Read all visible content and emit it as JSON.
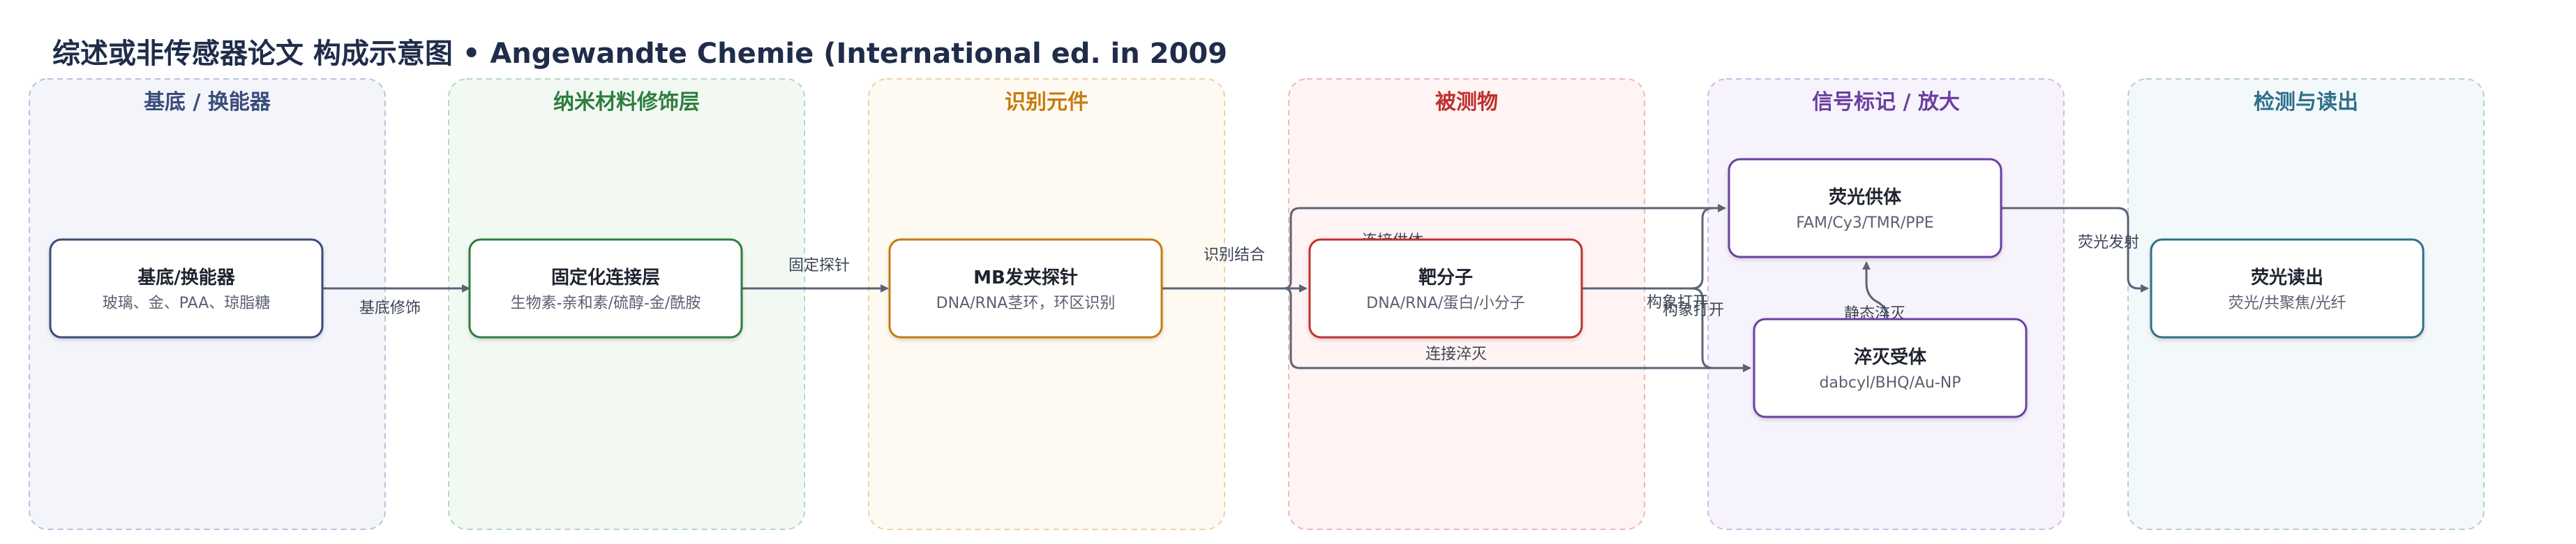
{
  "title": "综述或非传感器论文 构成示意图 • Angewandte Chemie (International ed. in 2009",
  "lanes": [
    {
      "id": "lane-substrate",
      "label": "基底 / 换能器",
      "color": "#3a4c7a",
      "fill": "#f3f5fb",
      "stroke": "#b8c2dc"
    },
    {
      "id": "lane-nano",
      "label": "纳米材料修饰层",
      "color": "#2e7d3f",
      "fill": "#f2f9f3",
      "stroke": "#b5d8bd"
    },
    {
      "id": "lane-recognition",
      "label": "识别元件",
      "color": "#c77a10",
      "fill": "#fffaf1",
      "stroke": "#ecd3a4"
    },
    {
      "id": "lane-analyte",
      "label": "被测物",
      "color": "#c0302e",
      "fill": "#fff3f3",
      "stroke": "#eeb8b6"
    },
    {
      "id": "lane-signal",
      "label": "信号标记 / 放大",
      "color": "#6a3fa0",
      "fill": "#f7f3fc",
      "stroke": "#cdbbe4"
    },
    {
      "id": "lane-readout",
      "label": "检测与读出",
      "color": "#2f6f8a",
      "fill": "#f3f8fa",
      "stroke": "#b6ccd6"
    }
  ],
  "nodes": [
    {
      "id": "node-substrate",
      "title": "基底/换能器",
      "sub": "玻璃、金、PAA、琼脂糖",
      "stroke": "#3a4c7a"
    },
    {
      "id": "node-linker",
      "title": "固定化连接层",
      "sub": "生物素-亲和素/硫醇-金/酰胺",
      "stroke": "#2e7d3f"
    },
    {
      "id": "node-probe",
      "title": "MB发夹探针",
      "sub": "DNA/RNA茎环，环区识别",
      "stroke": "#c77a10"
    },
    {
      "id": "node-target",
      "title": "靶分子",
      "sub": "DNA/RNA/蛋白/小分子",
      "stroke": "#c0302e"
    },
    {
      "id": "node-donor",
      "title": "荧光供体",
      "sub": "FAM/Cy3/TMR/PPE",
      "stroke": "#6a3fa0"
    },
    {
      "id": "node-quencher",
      "title": "淬灭受体",
      "sub": "dabcyl/BHQ/Au-NP",
      "stroke": "#6a3fa0"
    },
    {
      "id": "node-readout",
      "title": "荧光读出",
      "sub": "荧光/共聚焦/光纤",
      "stroke": "#2f6f8a"
    }
  ],
  "edges": [
    {
      "id": "edge-substrate-linker",
      "label": "基底修饰"
    },
    {
      "id": "edge-linker-probe",
      "label": "固定探针"
    },
    {
      "id": "edge-probe-target",
      "label": "识别结合"
    },
    {
      "id": "edge-probe-donor",
      "label": "连接供体"
    },
    {
      "id": "edge-probe-quencher",
      "label": "连接淬灭"
    },
    {
      "id": "edge-target-donor",
      "label": "构象打开"
    },
    {
      "id": "edge-target-quencher",
      "label": "构象打开"
    },
    {
      "id": "edge-quencher-donor",
      "label": "静态淬灭"
    },
    {
      "id": "edge-donor-readout",
      "label": "荧光发射"
    }
  ],
  "colors": {
    "edge": "#5a6478",
    "node_fill": "#ffffff"
  }
}
